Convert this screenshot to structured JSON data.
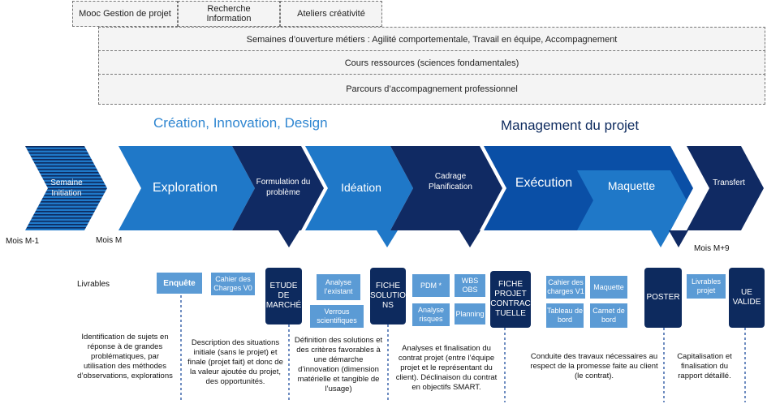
{
  "top_boxes": [
    "Mooc Gestion de projet",
    "Recherche Information",
    "Ateliers créativité"
  ],
  "bands": [
    "Semaines d’ouverture métiers : Agilité comportementale, Travail en équipe, Accompagnement",
    "Cours ressources (sciences fondamentales)",
    "Parcours d’accompagnement professionnel"
  ],
  "phase_titles": {
    "left": "Création, Innovation, Design",
    "right": "Management du projet"
  },
  "chevrons": {
    "semaine": "Semaine Initiation",
    "exploration": "Exploration",
    "formulation": "Formulation du problème",
    "ideation": "Idéation",
    "cadrage": "Cadrage Planification",
    "execution": "Exécution",
    "maquette": "Maquette",
    "transfert": "Transfert"
  },
  "milestones": {
    "m_minus1": "Mois M-1",
    "m": "Mois M",
    "m_plus9": "Mois M+9"
  },
  "livrables_label": "Livrables",
  "docs": {
    "enquete": "Enquête",
    "cahier_v0": "Cahier des Charges V0",
    "etude": "ETUDE DE MARCHÉ",
    "analyse_existant": "Analyse l’existant",
    "verrous": "Verrous scientifiques",
    "fiche_solutions": "FICHE SOLUTIO NS",
    "pdm": "PDM *",
    "wbs": "WBS OBS",
    "analyse_risques": "Analyse risques",
    "planning": "Planning",
    "fiche_projet": "FICHE PROJET CONTRAC TUELLE",
    "cahier_v1": "Cahier des charges V1",
    "maquette_doc": "Maquette",
    "tableau": "Tableau de bord",
    "carnet": "Carnet de bord",
    "poster": "POSTER",
    "livrables_projet": "Livrables projet",
    "ue_valide": "UE VALIDE"
  },
  "descriptions": {
    "d1": "Identification de sujets en réponse à de grandes problématiques, par utilisation des méthodes d’observations, explorations",
    "d2": "Description des situations initiale (sans le projet) et finale (projet fait) et donc de la valeur ajoutée du projet, des opportunités.",
    "d3": "Définition des solutions et des critères favorables à une démarche d’innovation (dimension matérielle et tangible de l’usage)",
    "d4": "Analyses et finalisation du contrat projet (entre l’équipe projet et le représentant du client). Déclinaison du contrat en objectifs SMART.",
    "d5": "Conduite des travaux nécessaires au respect de la promesse faite au client (le contrat).",
    "d6": "Capitalisation et finalisation du rapport détaillé."
  },
  "colors": {
    "light": "#1f78c8",
    "medium": "#0a4fa6",
    "dark": "#102a63",
    "doc_light": "#5b9bd5",
    "title_blue": "#2f86d1"
  }
}
